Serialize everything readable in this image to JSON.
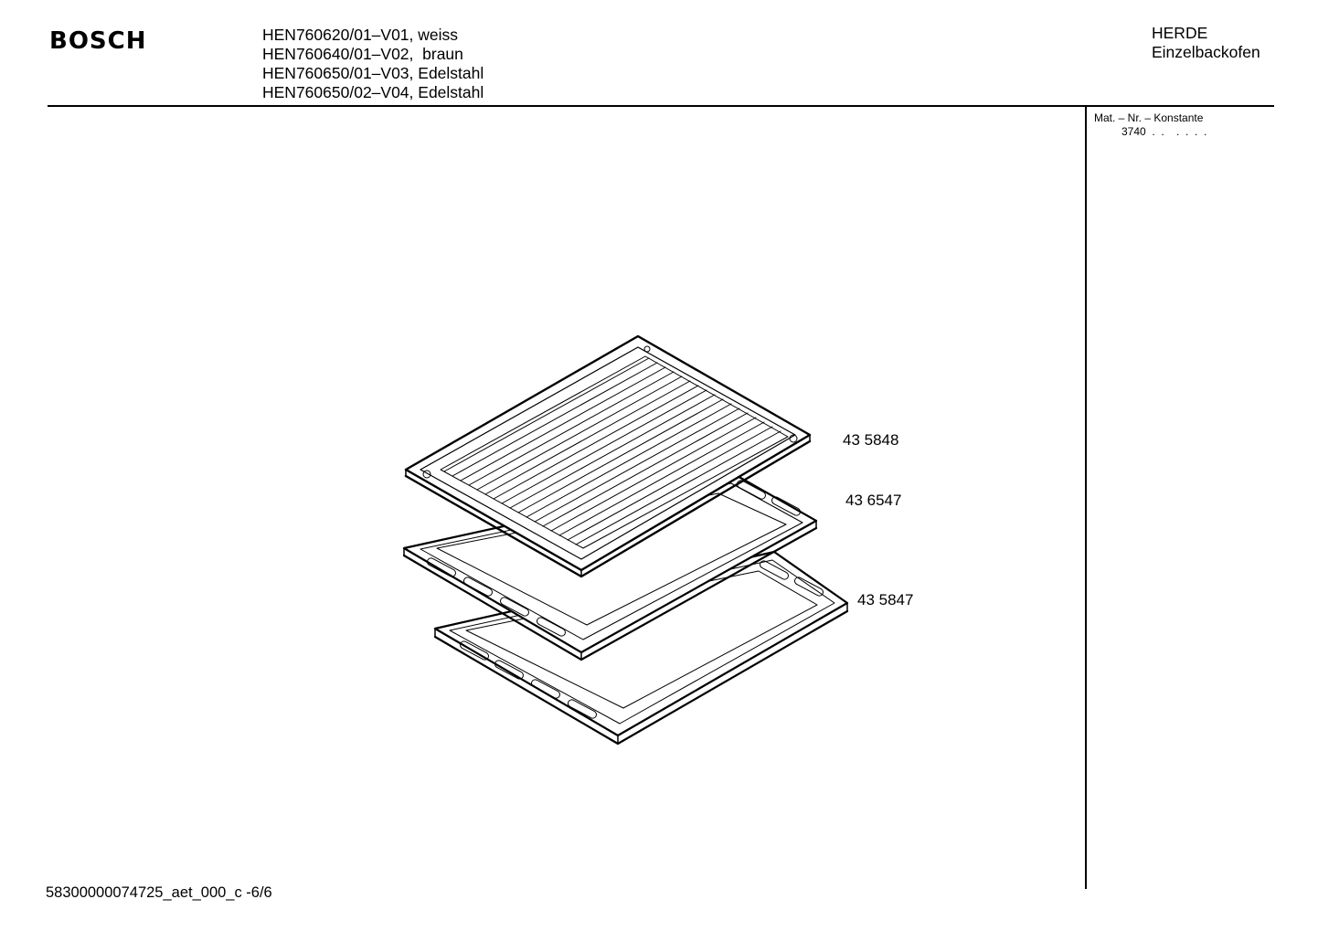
{
  "header": {
    "brand": "BOSCH",
    "models": [
      "HEN760620/01–V01, weiss",
      "HEN760640/01–V02,  braun",
      "HEN760650/01–V03, Edelstahl",
      "HEN760650/02–V04, Edelstahl"
    ],
    "category": "HERDE",
    "subcategory": "Einzelbackofen"
  },
  "side_panel": {
    "title": "Mat. – Nr. – Konstante",
    "value": "3740  .  .    .  .  .  ."
  },
  "parts": [
    {
      "number": "43 5848"
    },
    {
      "number": "43 6547"
    },
    {
      "number": "43 5847"
    }
  ],
  "footer": {
    "doc_id": "58300000074725_aet_000_c -6/6"
  }
}
